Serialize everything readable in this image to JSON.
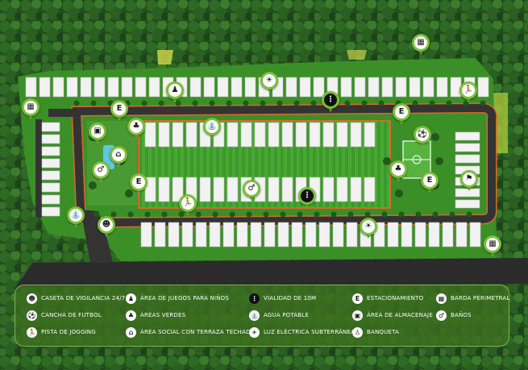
{
  "map": {
    "markers": [
      {
        "name": "perimeter-wall-icon",
        "glyph": "▦",
        "road": false
      },
      {
        "name": "perimeter-wall-icon",
        "glyph": "▦",
        "road": false
      },
      {
        "name": "perimeter-wall-icon",
        "glyph": "▦",
        "road": false
      },
      {
        "name": "kids-playground-icon",
        "glyph": "♟",
        "road": false
      },
      {
        "name": "underground-lighting-icon",
        "glyph": "☀",
        "road": false
      },
      {
        "name": "jogging-icon",
        "glyph": "🏃",
        "road": false
      },
      {
        "name": "road-icon",
        "glyph": "⋮",
        "road": true
      },
      {
        "name": "parking-icon",
        "glyph": "E",
        "road": false
      },
      {
        "name": "parking-icon",
        "glyph": "E",
        "road": false
      },
      {
        "name": "parking-icon",
        "glyph": "E",
        "road": false
      },
      {
        "name": "parking-icon",
        "glyph": "E",
        "road": false
      },
      {
        "name": "green-area-icon",
        "glyph": "♣",
        "road": false
      },
      {
        "name": "green-area-icon",
        "glyph": "♣",
        "road": false
      },
      {
        "name": "water-icon",
        "glyph": "⛲",
        "road": false
      },
      {
        "name": "soccer-icon",
        "glyph": "⚽",
        "road": false
      },
      {
        "name": "storage-icon",
        "glyph": "⚑",
        "road": false
      },
      {
        "name": "restroom-icon",
        "glyph": "♂",
        "road": false
      },
      {
        "name": "restroom-icon",
        "glyph": "♂",
        "road": false
      },
      {
        "name": "social-area-icon",
        "glyph": "⌂",
        "road": false
      },
      {
        "name": "storage-icon",
        "glyph": "▣",
        "road": false
      },
      {
        "name": "jogging-icon",
        "glyph": "🏃",
        "road": false
      },
      {
        "name": "road-icon",
        "glyph": "⋮",
        "road": true
      },
      {
        "name": "underground-lighting-icon",
        "glyph": "☀",
        "road": false
      },
      {
        "name": "guard-booth-icon",
        "glyph": "☻",
        "road": false
      },
      {
        "name": "water-icon",
        "glyph": "⛲",
        "road": false
      }
    ]
  },
  "legend": {
    "items": [
      {
        "label": "CASETA DE VIGILANCIA 24/7",
        "icon": "guard-booth-icon",
        "glyph": "☻"
      },
      {
        "label": "CANCHA DE FUTBOL",
        "icon": "soccer-icon",
        "glyph": "⚽"
      },
      {
        "label": "PISTA DE JOGGING",
        "icon": "jogging-icon",
        "glyph": "🏃"
      },
      {
        "label": "ÁREA DE JUEGOS PARA NIÑOS",
        "icon": "kids-playground-icon",
        "glyph": "♟"
      },
      {
        "label": "ÁREAS VERDES",
        "icon": "green-area-icon",
        "glyph": "♣"
      },
      {
        "label": "ÁREA SOCIAL CON TERRAZA TECHADA",
        "icon": "social-area-icon",
        "glyph": "⌂"
      },
      {
        "label": "VIALIDAD DE 10M",
        "icon": "road-icon",
        "glyph": "⋮",
        "dark": true
      },
      {
        "label": "AGUA POTABLE",
        "icon": "water-icon",
        "glyph": "⛲"
      },
      {
        "label": "LUZ  ELÉCTRICA SUBTERRÁNEA",
        "icon": "underground-lighting-icon",
        "glyph": "☀"
      },
      {
        "label": "ESTACIONAMIENTO",
        "icon": "parking-icon",
        "glyph": "E"
      },
      {
        "label": "ÁREA DE ALMACENAJE",
        "icon": "storage-icon",
        "glyph": "▣"
      },
      {
        "label": "BANQUETA",
        "icon": "sidewalk-icon",
        "glyph": "♙"
      },
      {
        "label": "BARDA PERIMETRAL",
        "icon": "perimeter-wall-icon",
        "glyph": "▦"
      },
      {
        "label": "BAÑOS",
        "icon": "restroom-icon",
        "glyph": "♂"
      }
    ]
  },
  "colors": {
    "forest": "#1f4a1c",
    "lawn": "#3f9a2c",
    "road": "#343434",
    "border": "#d86a2a",
    "house": "#f2f2f2",
    "pin": "#7bbf3a"
  }
}
